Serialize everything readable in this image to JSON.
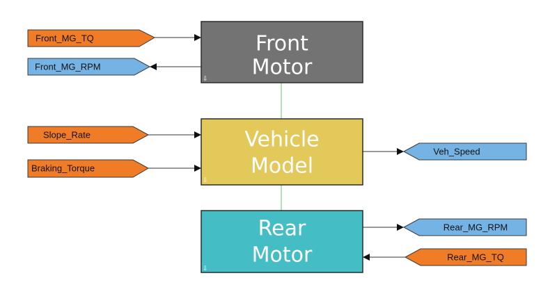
{
  "colors": {
    "input_port": "#f07c27",
    "output_port": "#74b3e4",
    "front_block": "#737373",
    "vehicle_block": "#e3c85a",
    "rear_block": "#44bec4",
    "link_line": "#7ed07e",
    "wire": "#333333"
  },
  "blocks": {
    "front": {
      "line1": "Front",
      "line2": "Motor"
    },
    "vehicle": {
      "line1": "Vehicle",
      "line2": "Model"
    },
    "rear": {
      "line1": "Rear",
      "line2": "Motor"
    }
  },
  "ports": {
    "front_mg_tq": "Front_MG_TQ",
    "front_mg_rpm": "Front_MG_RPM",
    "slope_rate": "Slope_Rate",
    "braking_torque": "Braking_Torque",
    "veh_speed": "Veh_Speed",
    "rear_mg_rpm": "Rear_MG_RPM",
    "rear_mg_tq": "Rear_MG_TQ"
  }
}
